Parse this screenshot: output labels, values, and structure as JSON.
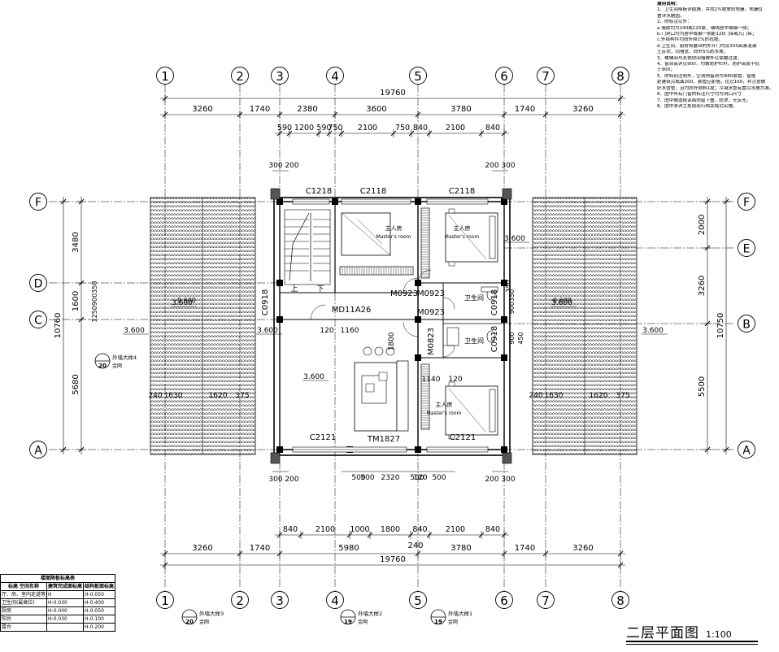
{
  "drawing": {
    "title": "二层平面图",
    "scale": "1:100",
    "notes": [
      "通用说明：",
      "1、卫生间降板详结施，并找1%坡坡向地漏，地漏位",
      "置详水施图。",
      "2、除标注以外：",
      "a.墙厚均为240或120厚，轴线居中或偏一侧；",
      "b.门洞口均为居中或偏一侧距120门垛或凡门垛；",
      "c.外挑构件均向外倾1%的找坡。",
      "d.卫生间、厨房和露台的外开门均设100高素混凝",
      "土反坎，同墙宽，向外5%防水坡。",
      "3、楼梯间与其他房间墙做外以保暖过渡。",
      "4、窗台高详见900，均做防护栏杆，防护高度不低",
      "于900；",
      "5、除特别注明外，空调预留洞为Φ80套管，窗框",
      "距建筑完成面200，套管应距墙，往过100，并注意做",
      "好水管管，且均向外倾斜1度；冷凝水管有置以水施为准。",
      "6、图中所有门窗的标注尺寸均为洞口尺寸",
      "7、图中做遗给读面向窗下叠，防渗，无反光。",
      "8、图中未详之处按现行相关规范实施。"
    ],
    "axes": {
      "columns": [
        "1",
        "2",
        "3",
        "4",
        "5",
        "6",
        "7",
        "8"
      ],
      "rows": [
        "F",
        "E",
        "D",
        "C",
        "B",
        "A"
      ]
    },
    "dims": {
      "total_top": "19760",
      "total_bottom": "19760",
      "top_axis": [
        "3260",
        "1740",
        "2380",
        "3600",
        "3780",
        "1740",
        "3260"
      ],
      "top_detail": [
        "590",
        "1200",
        "590",
        "750",
        "2100",
        "750",
        "840",
        "2100",
        "840"
      ],
      "bottom_axis": [
        "3260",
        "1740",
        "5980",
        "3780",
        "1740",
        "3260"
      ],
      "bottom_detail": [
        "840",
        "2100",
        "1000",
        "1800",
        "840",
        "2100",
        "840"
      ],
      "bottom_center": "240",
      "left_total": "10760",
      "right_total": "10750",
      "left": [
        "3480",
        "1600",
        "5680"
      ],
      "left_small": "1250900350",
      "right": [
        "2000",
        "3260",
        "5500"
      ],
      "right_small": "900350",
      "top_small_left": "300 200",
      "top_small_right": "200 300",
      "bottom_small_left": "300 200",
      "bottom_small_right": "200 300",
      "bottom_row": [
        "500",
        "500",
        "2320",
        "120",
        "500",
        "500"
      ],
      "mid_120": "120",
      "mid_1160": "1160",
      "mid_1800": "1800",
      "mid_1140": "1140",
      "mid_120b": "120",
      "r_900": "900",
      "r_450": "450",
      "r_350": "350",
      "eave": [
        "240",
        "1630",
        "1620",
        "375"
      ]
    },
    "labels": {
      "windows": [
        "C1218",
        "C2118",
        "C2118",
        "C0918",
        "C0918",
        "C0918",
        "C2121",
        "C2121"
      ],
      "doors": [
        "M0923",
        "M0923",
        "M0923",
        "M0823",
        "MD11A26",
        "TM1827"
      ],
      "rooms_cn": [
        "主人房",
        "主人房",
        "主人房"
      ],
      "rooms_en": [
        "Master's room",
        "Master's room",
        "Master's room"
      ],
      "bath": [
        "卫生间",
        "卫生间"
      ],
      "stair_up": "上",
      "stair_down": "下",
      "levels": [
        "3.600",
        "3.600",
        "3.600",
        "3.600",
        "3.600",
        "3.600",
        "3.600"
      ],
      "left_arrow": "-0.600",
      "right_arrow": "-0.600"
    },
    "details": [
      {
        "num": "20",
        "text": "外墙大样4",
        "sub": "金网"
      },
      {
        "num": "20",
        "text": "外墙大样3",
        "sub": "金网"
      },
      {
        "num": "19",
        "text": "外墙大样2",
        "sub": "金网"
      },
      {
        "num": "19",
        "text": "外墙大样1",
        "sub": "金网"
      }
    ],
    "level_table": {
      "caption": "楼面降板标高表",
      "headers": [
        "空间名称",
        "建筑完成面标高",
        "结构板面标高"
      ],
      "header_sub": "标高",
      "rows": [
        [
          "厅、房、室内走道等",
          "H",
          "H-0.050"
        ],
        [
          "卫生间(最高位)",
          "H-0.030",
          "H-0.400"
        ],
        [
          "厨房",
          "H-0.000",
          "H-0.050"
        ],
        [
          "阳台",
          "H-0.030",
          "H-0.100"
        ],
        [
          "露台",
          "",
          "H-0.200"
        ]
      ]
    }
  }
}
